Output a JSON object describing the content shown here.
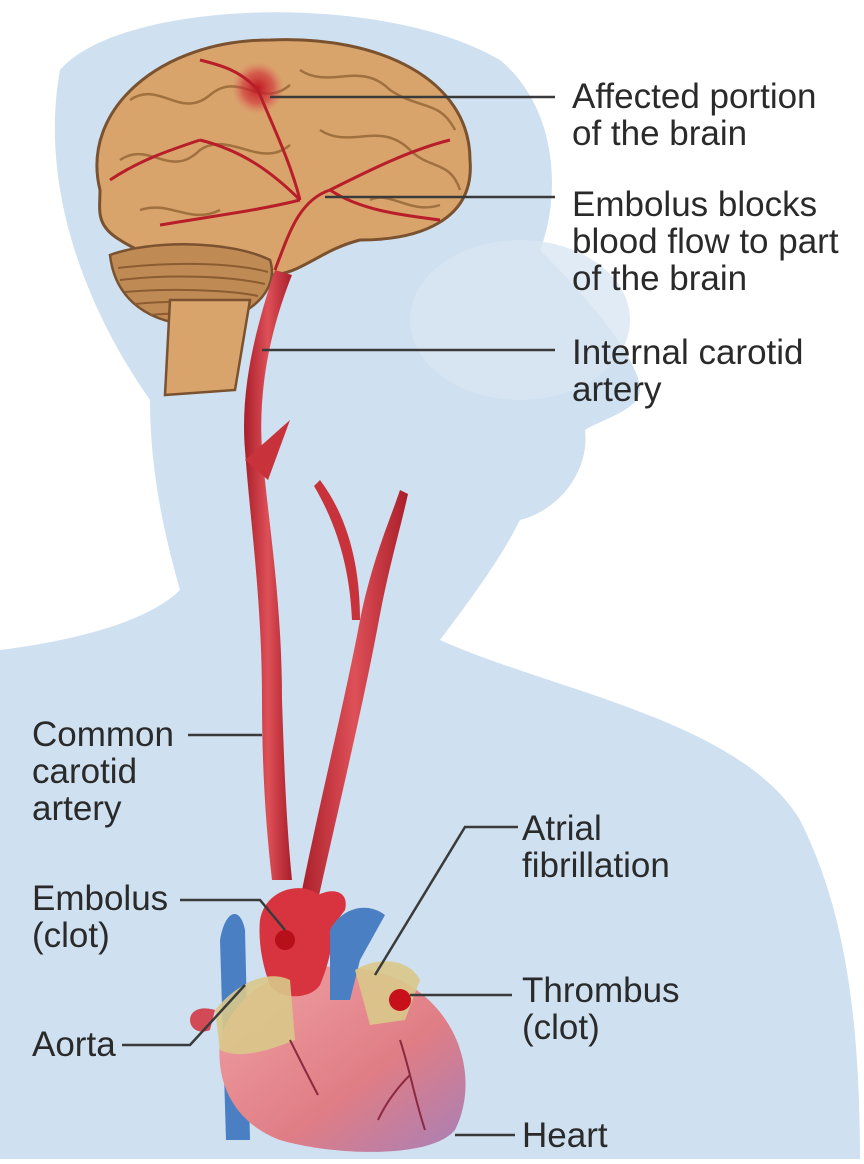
{
  "colors": {
    "silhouette": "#cfe0f0",
    "brain": "#d9a46b",
    "artery": "#c8323a",
    "vein": "#4a7fc4",
    "heart": "#e58c8f",
    "fat": "#d9c88a",
    "leader_line": "#3a3a3a",
    "label_text": "#2a2a2a"
  },
  "labels": {
    "affected_brain": {
      "line1": "Affected portion",
      "line2": "of the brain"
    },
    "embolus_blocks": {
      "line1": "Embolus blocks",
      "line2": "blood flow to part",
      "line3": "of the brain"
    },
    "internal_carotid": {
      "line1": "Internal carotid",
      "line2": "artery"
    },
    "common_carotid": {
      "line1": "Common",
      "line2": "carotid",
      "line3": "artery"
    },
    "atrial_fibrillation": {
      "line1": "Atrial",
      "line2": "fibrillation"
    },
    "embolus_clot": {
      "line1": "Embolus",
      "line2": "(clot)"
    },
    "thrombus_clot": {
      "line1": "Thrombus",
      "line2": "(clot)"
    },
    "aorta": {
      "line1": "Aorta"
    },
    "heart": {
      "line1": "Heart"
    }
  },
  "icons": [
    "head-silhouette",
    "brain",
    "artery",
    "heart"
  ]
}
